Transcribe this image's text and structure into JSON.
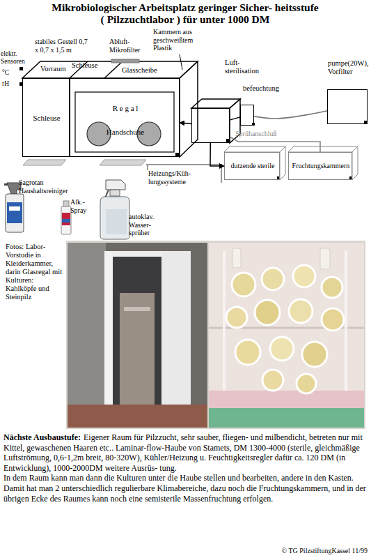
{
  "diagram": {
    "title": "Mikrobiologischer Arbeitsplatz geringer Sicher- heitsstufe ( Pilzzuchtlabor ) für unter 1000 DM",
    "nodes": [
      {
        "text": [
          "Schleuse"
        ]
      },
      {
        "text": [
          "R e g a l",
          "Handschuhe"
        ]
      },
      {
        "text": [
          "Luft- sterilisation"
        ]
      },
      {
        "text": [
          "befeuchtung"
        ]
      },
      {
        "text": [
          "pumpe(20W), Vorfilter"
        ]
      },
      {
        "text": [
          "dutzende sterile"
        ]
      },
      {
        "text": [
          "Fruchtungskammern"
        ]
      }
    ],
    "edges": [
      {
        "from": 4,
        "to": 3,
        "arrow": "none"
      },
      {
        "from": 3,
        "to": 2,
        "arrow": "none"
      },
      {
        "from": 2,
        "to": 1,
        "arrow": "to"
      },
      {
        "from": 2,
        "to": 5,
        "arrow": "to"
      },
      {
        "from": 2,
        "to": 6,
        "arrow": "none",
        "label": "Sprühanschluß"
      }
    ],
    "labels": [
      "Vorraum",
      "Schleuse",
      "Glasscheibe",
      "elektr. Sensoren",
      "°C",
      "rH",
      "stabiles Gestell 0,7 x 0,7 x 1,5 m",
      "Abluft- Mikrofilter",
      "Kammern aus geschweißtem Plastik",
      "Heizungs/Küh- lungssysteme",
      "Sagrotan Haushaltsreiniger",
      "Alk.- Spray",
      "autoklav. Wasser- sprüher",
      "Fotos: Labor-Vorstudie in Kleiderkammer, darin Glasregal mit Kulturen: Kahlköpfe und Steinpilz",
      "Nächste Ausbaustufe:",
      "Eigener Raum für Pilzzucht, sehr sauber, fliegen- und milbendicht, betreten nur mit Kittel, gewaschenen Haaren etc.. Laminar-flow-Haube von Stamets, DM 1300-4000 (sterile, gleichmäßige Luftströmung, 0,6-1,2m breit, 80-320W), Kühler/Heizung u. Feuchtigkeitsregler dafür ca. 120 DM (in Entwicklung), 1000-2000DM weitere Ausrüs- tung.",
      "In dem Raum kann man dann die Kulturen unter die Haube stellen und bearbeiten, andere in den Kasten. Damit hat man 2 unterschiedlich regulierbare Klimabereiche, dazu noch die Fruchtungskammern, und in der übrigen Ecke des Raumes kann noch eine semisterile Massenfruchtung erfolgen.",
      "© TG PilzstiftungKassel 11/99"
    ]
  }
}
